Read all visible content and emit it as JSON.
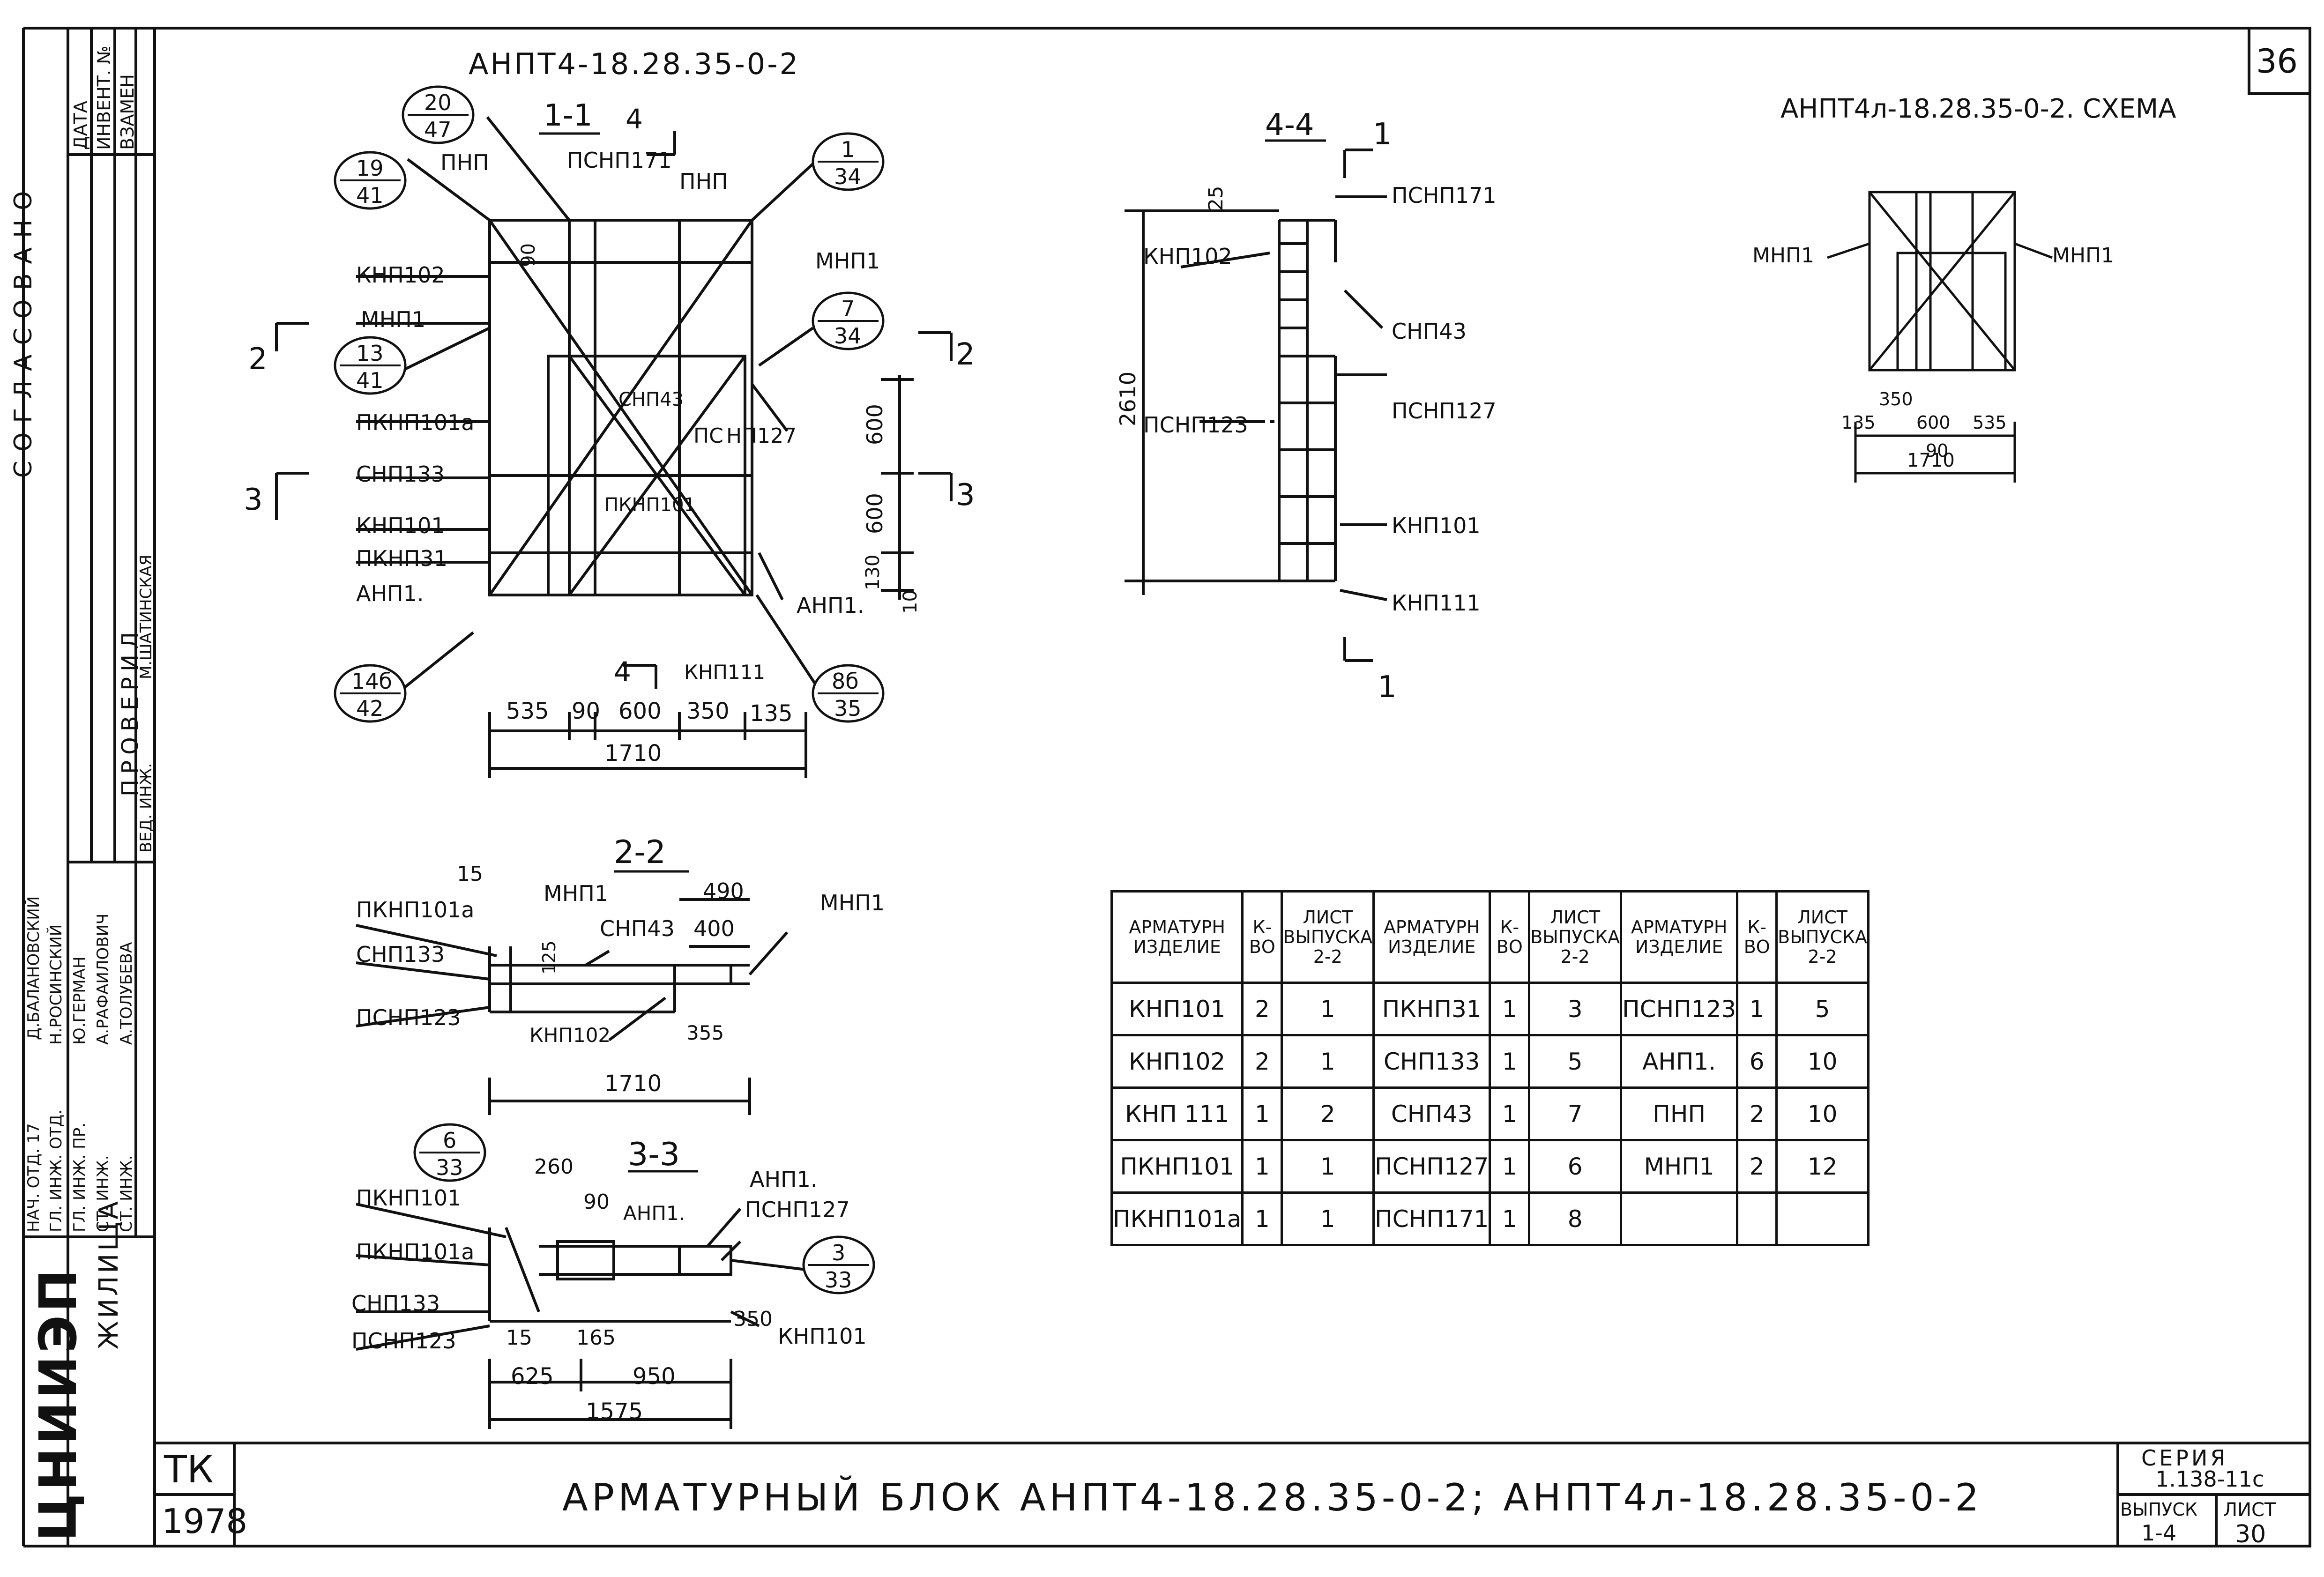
{
  "sheet_no": "36",
  "stamp": {
    "agreed": "СОГЛАСОВАНО",
    "checked": "ПРОВЕРИЛ",
    "replaces": "ВЗАМЕН",
    "inv_no": "ИНВЕНТ. №",
    "date": "ДАТА",
    "ved_inzh": "ВЕД. ИНЖ.",
    "ved_inzh_name": "М.ШАТИНСКАЯ",
    "org": "ЦНИИЭП",
    "org_sub": "ЖИЛИЩА",
    "staff": [
      {
        "role": "НАЧ. ОТД. 17",
        "name": "Д.БАЛАНОВСКИЙ"
      },
      {
        "role": "ГЛ. ИНЖ. ОТД.",
        "name": "Н.РОСИНСКИЙ"
      },
      {
        "role": "ГЛ. ИНЖ. ПР.",
        "name": "Ю.ГЕРМАН"
      },
      {
        "role": "СТ. ИНЖ.",
        "name": "А.РАФАИЛОВИЧ"
      },
      {
        "role": "СТ. ИНЖ.",
        "name": "А.ТОЛУБЕВА"
      }
    ]
  },
  "title_block": {
    "tk": "ТК",
    "year": "1978",
    "title": "АРМАТУРНЫЙ БЛОК АНПТ4-18.28.35-0-2; АНПТ4л-18.28.35-0-2",
    "series_label": "СЕРИЯ",
    "series": "1.138-11с",
    "issue_label": "ВЫПУСК",
    "issue": "1-4",
    "sheet_label": "ЛИСТ",
    "sheet": "30"
  },
  "drawings": {
    "main_title": "АНПТ4-18.28.35-0-2",
    "section_11": "1-1",
    "section_44": "4-4",
    "section_22": "2-2",
    "section_33": "3-3",
    "schema_title": "АНПТ4л-18.28.35-0-2. СХЕМА",
    "labels_11": {
      "pnp": "ПНП",
      "psnp171": "ПСНП171",
      "pnp2": "ПНП",
      "knp102": "КНП102",
      "mnp1": "МНП1",
      "mnp1_r": "МНП1",
      "pknp101a": "ПКНП101а",
      "snp43": "СНП43",
      "snp133": "СНП133",
      "knp101": "КНП101",
      "pknp31": "ПКНП31",
      "anp1": "АНП1.",
      "anp1_r": "АНП1.",
      "pknp101": "ПКНП101",
      "ps": "ПС",
      "np127": "НП127",
      "knp111": "КНП111"
    },
    "callouts_11": [
      {
        "top": "20",
        "bottom": "47"
      },
      {
        "top": "19",
        "bottom": "41"
      },
      {
        "top": "1",
        "bottom": "34"
      },
      {
        "top": "7",
        "bottom": "34"
      },
      {
        "top": "13",
        "bottom": "41"
      },
      {
        "top": "14б",
        "bottom": "42"
      },
      {
        "top": "8б",
        "bottom": "35"
      }
    ],
    "dims_11": {
      "d535": "535",
      "d90": "90",
      "d600": "600",
      "d350": "350",
      "d135": "135",
      "d1710": "1710",
      "d600a": "600",
      "d600b": "600",
      "d130": "130",
      "d10": "10",
      "d90v": "90",
      "cut2": "2",
      "cut3": "3",
      "cut4": "4"
    },
    "labels_44": {
      "psnp171": "ПСНП171",
      "knp102": "КНП102",
      "snp43": "СНП43",
      "psnp127": "ПСНП127",
      "psnp123": "ПСНП123",
      "knp101": "КНП101",
      "knp111": "КНП111",
      "d25": "25",
      "d2610": "2610",
      "cut1": "1"
    },
    "labels_schema": {
      "mnp1_l": "МНП1",
      "mnp1_r": "МНП1",
      "d350": "350",
      "d135": "135",
      "d600": "600",
      "d535": "535",
      "d90": "90",
      "d1710": "1710"
    },
    "labels_22": {
      "pknp101a": "ПКНП101а",
      "mnp1": "МНП1",
      "mnp1_r": "МНП1",
      "snp133": "СНП133",
      "snp43": "СНП43",
      "psnp123": "ПСНП123",
      "knp102": "КНП102",
      "d15": "15",
      "d490": "490",
      "d400": "400",
      "d125": "125",
      "d355": "355",
      "d1710": "1710"
    },
    "labels_33": {
      "pknp101": "ПКНП101",
      "pknp101a": "ПКНП101а",
      "snp133": "СНП133",
      "psnp123": "ПСНП123",
      "anp1": "АНП1.",
      "anp1_top": "АНП1.",
      "psnp127": "ПСНП127",
      "knp101": "КНП101",
      "d260": "260",
      "d90": "90",
      "d350": "350",
      "d15": "15",
      "d165": "165",
      "d625": "625",
      "d950": "950",
      "d1575": "1575",
      "c1_top": "6",
      "c1_bottom": "33",
      "c2_top": "3",
      "c2_bottom": "33"
    }
  },
  "spec_table": {
    "headers": [
      "АРМАТУРН ИЗДЕЛИЕ",
      "К-ВО",
      "ЛИСТ ВЫПУСКА 2-2",
      "АРМАТУРН ИЗДЕЛИЕ",
      "К-ВО",
      "ЛИСТ ВЫПУСКА 2-2",
      "АРМАТУРН ИЗДЕЛИЕ",
      "К-ВО",
      "ЛИСТ ВЫПУСКА 2-2"
    ],
    "rows": [
      [
        "КНП101",
        "2",
        "1",
        "ПКНП31",
        "1",
        "3",
        "ПСНП123",
        "1",
        "5"
      ],
      [
        "КНП102",
        "2",
        "1",
        "СНП133",
        "1",
        "5",
        "АНП1.",
        "6",
        "10"
      ],
      [
        "КНП 111",
        "1",
        "2",
        "СНП43",
        "1",
        "7",
        "ПНП",
        "2",
        "10"
      ],
      [
        "ПКНП101",
        "1",
        "1",
        "ПСНП127",
        "1",
        "6",
        "МНП1",
        "2",
        "12"
      ],
      [
        "ПКНП101а",
        "1",
        "1",
        "ПСНП171",
        "1",
        "8",
        "",
        "",
        ""
      ]
    ]
  }
}
